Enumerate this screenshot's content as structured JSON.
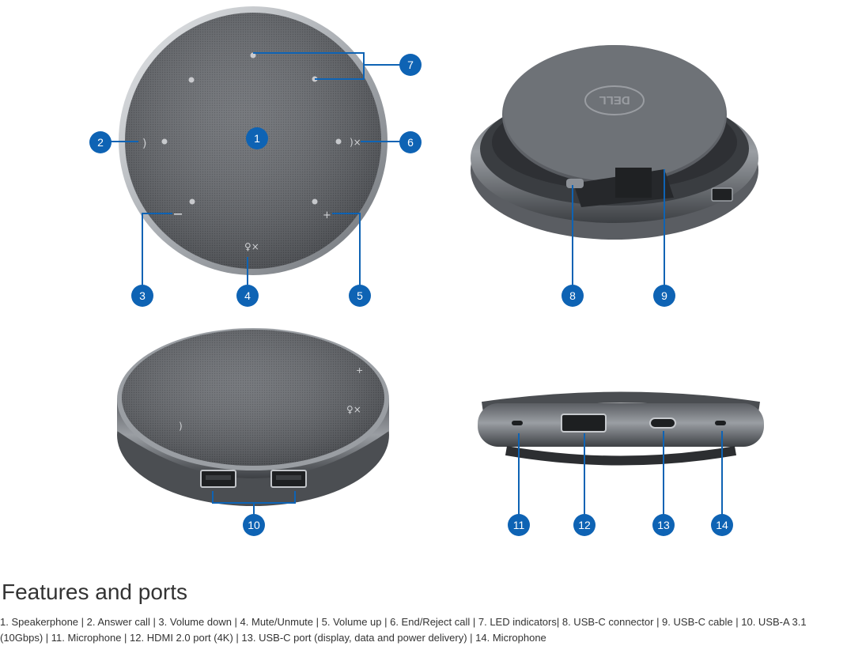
{
  "figure": {
    "callouts": [
      "1",
      "2",
      "3",
      "4",
      "5",
      "6",
      "7",
      "8",
      "9",
      "10",
      "11",
      "12",
      "13",
      "14"
    ],
    "brand_logo": "DELL",
    "colors": {
      "callout": "#0e63b4",
      "device_dark": "#4b4e53",
      "device_light": "#8c9096"
    }
  },
  "section": {
    "title": "Features and ports",
    "caption": "1. Speakerphone | 2. Answer call | 3. Volume down | 4. Mute/Unmute | 5. Volume up | 6. End/Reject call | 7. LED indicators| 8. USB-C connector | 9. USB-C cable | 10. USB-A 3.1 (10Gbps) | 11. Microphone | 12. HDMI 2.0 port (4K) | 13. USB-C port (display, data and power delivery) | 14. Microphone"
  }
}
